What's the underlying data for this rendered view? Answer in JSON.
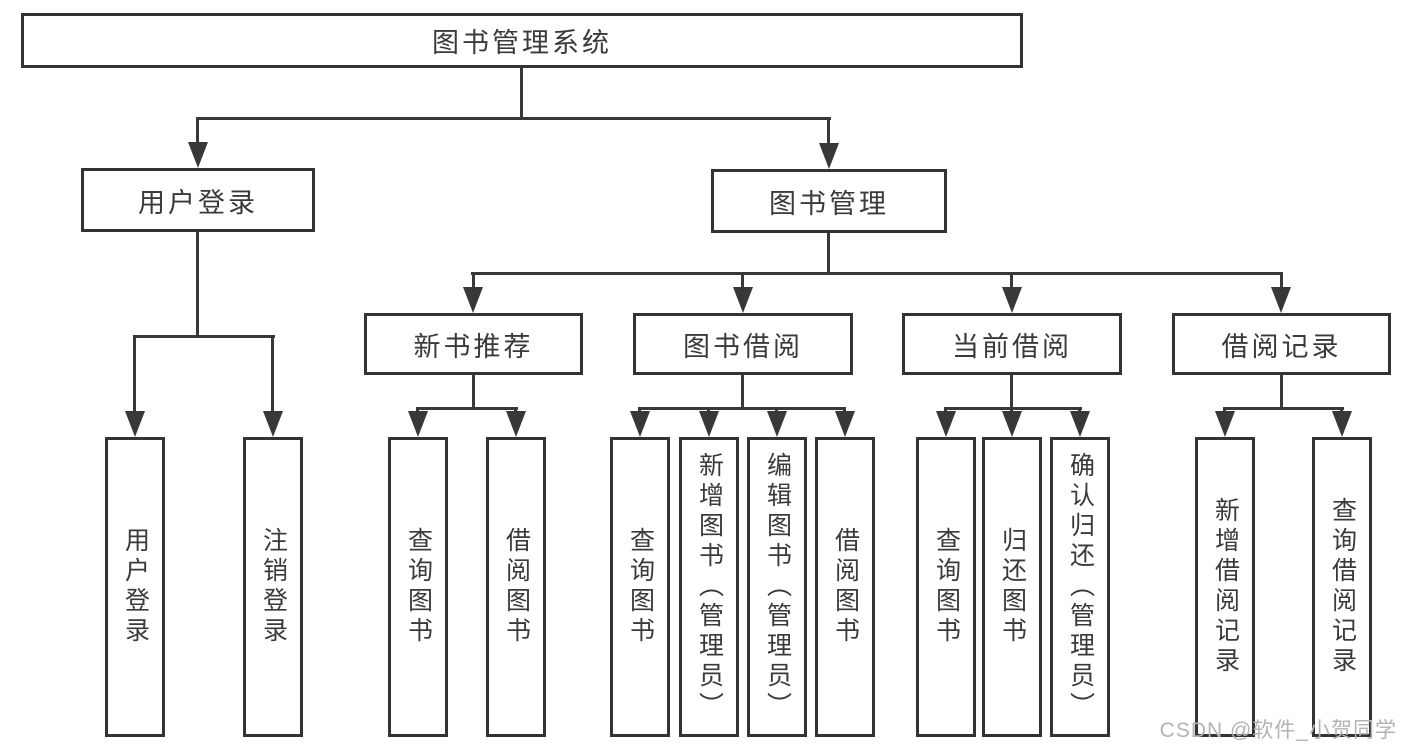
{
  "diagram": {
    "title": "图书管理系统",
    "nodes": {
      "root": "图书管理系统",
      "user_login": "用户登录",
      "book_mgmt": "图书管理",
      "new_book_rec": "新书推荐",
      "book_borrow": "图书借阅",
      "current_borrow": "当前借阅",
      "borrow_record": "借阅记录",
      "leaf_user_login": "用户登录",
      "leaf_logout": "注销登录",
      "leaf_nb_query": "查询图书",
      "leaf_nb_borrow": "借阅图书",
      "leaf_bb_query": "查询图书",
      "leaf_bb_add": "新增图书（管理员）",
      "leaf_bb_edit": "编辑图书（管理员）",
      "leaf_bb_borrow": "借阅图书",
      "leaf_cb_query": "查询图书",
      "leaf_cb_return": "归还图书",
      "leaf_cb_confirm": "确认归还（管理员）",
      "leaf_br_add": "新增借阅记录",
      "leaf_br_query": "查询借阅记录"
    },
    "watermark": "CSDN @软件_小贺同学",
    "colors": {
      "line": "#383838",
      "border": "#333333",
      "text": "#3a3a3a",
      "watermark": "#b3b3b3",
      "background": "#ffffff"
    }
  }
}
